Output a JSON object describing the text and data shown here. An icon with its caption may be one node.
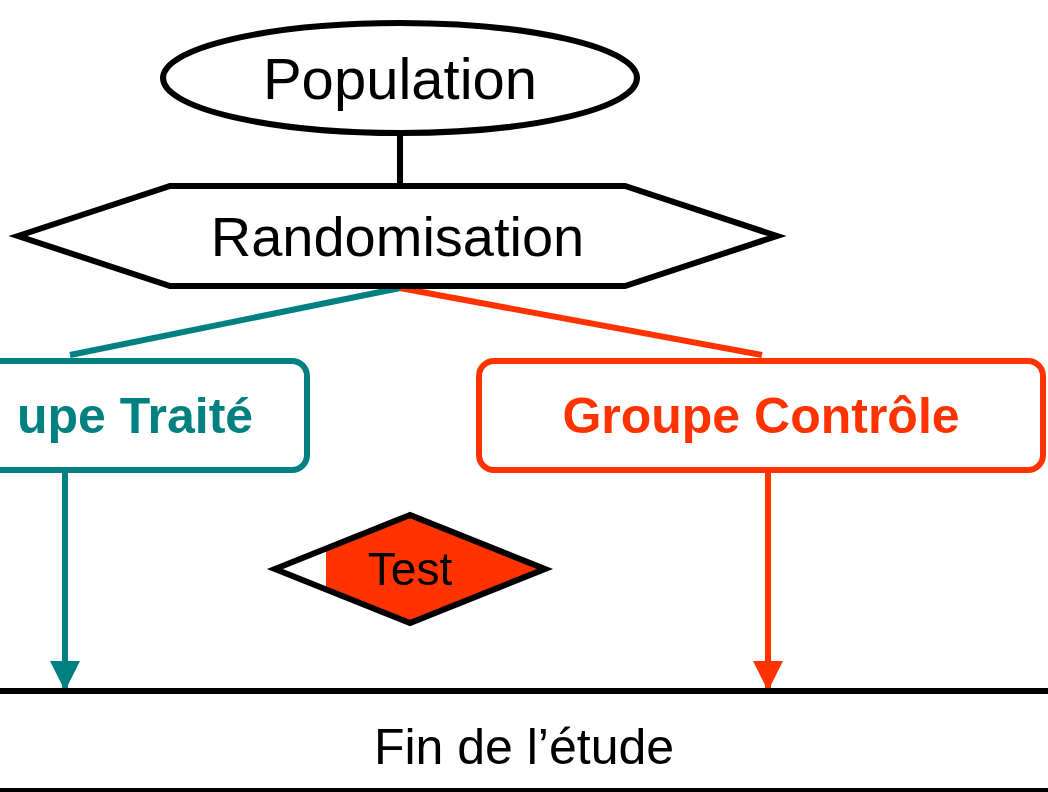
{
  "diagram": {
    "nodes": [
      {
        "text": [
          "Population"
        ]
      },
      {
        "text": [
          "Randomisation"
        ]
      },
      {
        "text": [
          "upe Traité"
        ]
      },
      {
        "text": [
          "Groupe Contrôle"
        ]
      },
      {
        "text": [
          "Test"
        ]
      },
      {
        "text": [
          "Fin de l’étude"
        ]
      }
    ],
    "edges": [
      {
        "from": 0,
        "to": 1,
        "arrow": "none",
        "color": "#000000"
      },
      {
        "from": 1,
        "to": 2,
        "arrow": "none",
        "color": "#008080"
      },
      {
        "from": 1,
        "to": 3,
        "arrow": "none",
        "color": "#ff3300"
      },
      {
        "from": 2,
        "to": 5,
        "arrow": "to",
        "color": "#008080"
      },
      {
        "from": 3,
        "to": 5,
        "arrow": "to",
        "color": "#ff3300"
      }
    ]
  }
}
